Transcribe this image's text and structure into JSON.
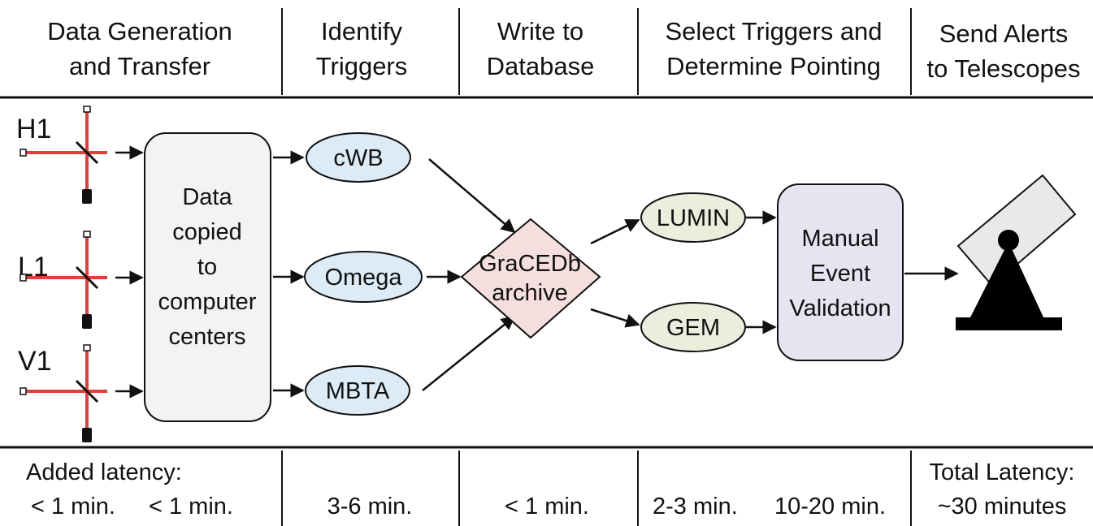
{
  "headers": [
    {
      "line1": "Data Generation",
      "line2": "and Transfer"
    },
    {
      "line1": "Identify",
      "line2": "Triggers"
    },
    {
      "line1": "Write to",
      "line2": "Database"
    },
    {
      "line1": "Select Triggers and",
      "line2": "Determine Pointing"
    },
    {
      "line1": "Send Alerts",
      "line2": "to Telescopes"
    }
  ],
  "detectors": [
    "H1",
    "L1",
    "V1"
  ],
  "computer_box": [
    "Data",
    "copied",
    "to",
    "computer",
    "centers"
  ],
  "pipelines": [
    "cWB",
    "Omega",
    "MBTA"
  ],
  "archive": [
    "GraCEDb",
    "archive"
  ],
  "selectors": [
    "LUMIN",
    "GEM"
  ],
  "validation": [
    "Manual",
    "Event",
    "Validation"
  ],
  "footer": {
    "added_latency_label": "Added latency:",
    "c1a": "< 1 min.",
    "c1b": "< 1 min.",
    "c2": "3-6 min.",
    "c3": "< 1 min.",
    "c4a": "2-3 min.",
    "c4b": "10-20 min.",
    "total_label": "Total Latency:",
    "total_value": "~30 minutes"
  },
  "colors": {
    "laser_arm": "#e0403a",
    "computer_fill": "#f3f3f3",
    "pipeline_fill": "#dcebf6",
    "archive_fill": "#f5dede",
    "selector_fill": "#ebeedc",
    "validation_fill": "#e7e3f0",
    "telescope_tube": "#e9e9e9"
  }
}
